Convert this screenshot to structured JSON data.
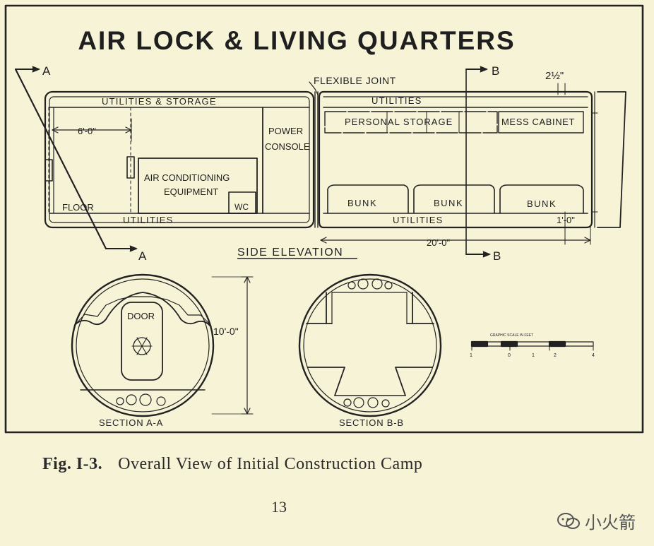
{
  "diagram": {
    "title": "AIR LOCK & LIVING QUARTERS",
    "labels": {
      "section_a": "A",
      "section_b": "B",
      "flexible_joint": "FLEXIBLE JOINT",
      "two_half": "2½\"",
      "utilities_storage": "UTILITIES & STORAGE",
      "utilities_top_right": "UTILITIES",
      "utilities_bottom_left": "UTILITIES",
      "utilities_bottom_right": "UTILITIES",
      "six_ft": "6'-0\"",
      "power": "POWER",
      "console": "CONSOLE",
      "air_conditioning": "AIR CONDITIONING",
      "equipment": "EQUIPMENT",
      "wc": "WC",
      "floor": "FLOOR",
      "personal_storage": "PERSONAL STORAGE",
      "mess_cabinet": "MESS CABINET",
      "bunk_1": "BUNK",
      "bunk_2": "BUNK",
      "bunk_3": "BUNK",
      "one_ft": "1'-0\"",
      "twenty_ft": "20'-0\"",
      "side_elevation": "SIDE ELEVATION",
      "ten_ft": "10'-0\"",
      "door": "DOOR",
      "section_aa": "SECTION A-A",
      "section_bb": "SECTION B-B",
      "graphic_scale": "GRAPHIC SCALE IN FEET",
      "scale_ticks": [
        "1",
        "0",
        "1",
        "2",
        "4"
      ]
    }
  },
  "caption": {
    "fig": "Fig. I-3.",
    "text": "Overall View of Initial Construction Camp"
  },
  "page_number": "13",
  "watermark": "小火箭"
}
